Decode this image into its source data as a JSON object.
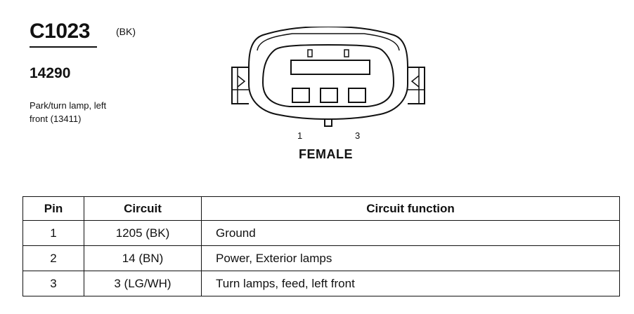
{
  "header": {
    "connector_id": "C1023",
    "connector_color": "(BK)",
    "part_number": "14290",
    "description_line1": "Park/turn lamp, left",
    "description_line2": "front (13411)"
  },
  "connector": {
    "pin_label_left": "1",
    "pin_label_right": "3",
    "gender": "FEMALE"
  },
  "table": {
    "headers": {
      "pin": "Pin",
      "circuit": "Circuit",
      "function": "Circuit function"
    },
    "rows": [
      {
        "pin": "1",
        "circuit": "1205 (BK)",
        "function": "Ground"
      },
      {
        "pin": "2",
        "circuit": "14 (BN)",
        "function": "Power, Exterior lamps"
      },
      {
        "pin": "3",
        "circuit": "3 (LG/WH)",
        "function": "Turn lamps, feed, left front"
      }
    ]
  }
}
